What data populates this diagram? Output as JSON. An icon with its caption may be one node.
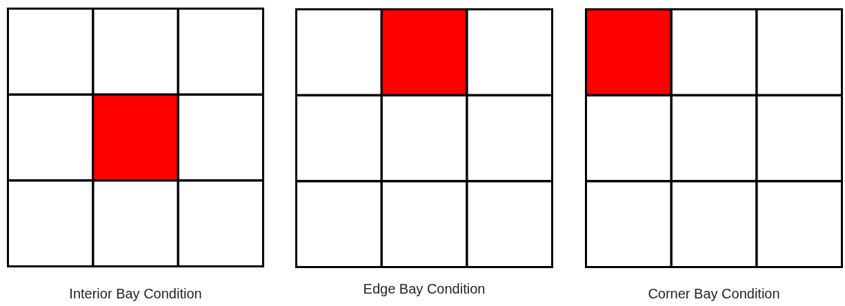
{
  "diagram": {
    "nodes": [
      {
        "text": [
          "Interior Bay Condition"
        ]
      },
      {
        "text": [
          "Edge Bay Condition"
        ]
      },
      {
        "text": [
          "Corner Bay Condition"
        ]
      }
    ]
  }
}
